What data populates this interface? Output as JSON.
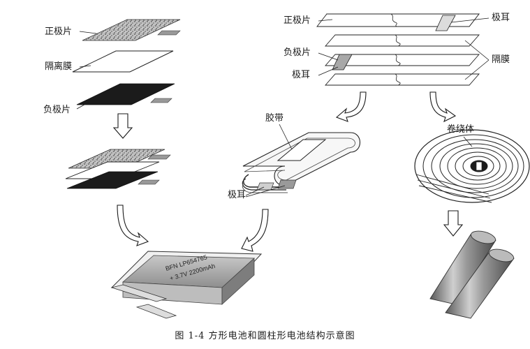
{
  "labels": {
    "positive_plate": "正极片",
    "separator": "隔离膜",
    "negative_plate": "负极片",
    "tab_left": "极耳",
    "tape": "胶带",
    "r_positive_plate": "正极片",
    "r_negative_plate": "负极片",
    "r_tab": "极耳",
    "r_tab_top": "极耳",
    "r_separator": "隔膜",
    "jellyroll": "卷绕体"
  },
  "battery_print": {
    "line1": "BFN  LP654765",
    "line2": "+ 3.7V 2200mAh"
  },
  "caption": "图 1-4    方形电池和圆柱形电池结构示意图",
  "colors": {
    "ink": "#1a1a1a",
    "granule_light": "#b9b9b9",
    "negative_plate": "#1b1b1b",
    "cell_gray": "#8c8c8c",
    "cell_highlight": "#d2d2d2"
  }
}
